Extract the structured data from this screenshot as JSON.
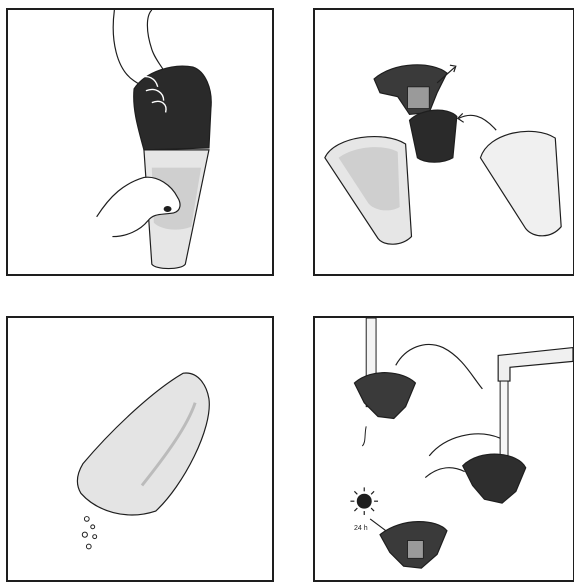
{
  "steps": [
    {
      "name": "remove-dust-container"
    },
    {
      "name": "disassemble-filter-and-container"
    },
    {
      "name": "empty-dust-container"
    },
    {
      "name": "rinse-and-dry-filter"
    }
  ],
  "panel4": {
    "sun_caption": "24 h"
  },
  "colors": {
    "outline": "#1e1e1e",
    "dark_part": "#2a2a2a",
    "container_fill": "#e4e4e4",
    "background": "#ffffff"
  }
}
